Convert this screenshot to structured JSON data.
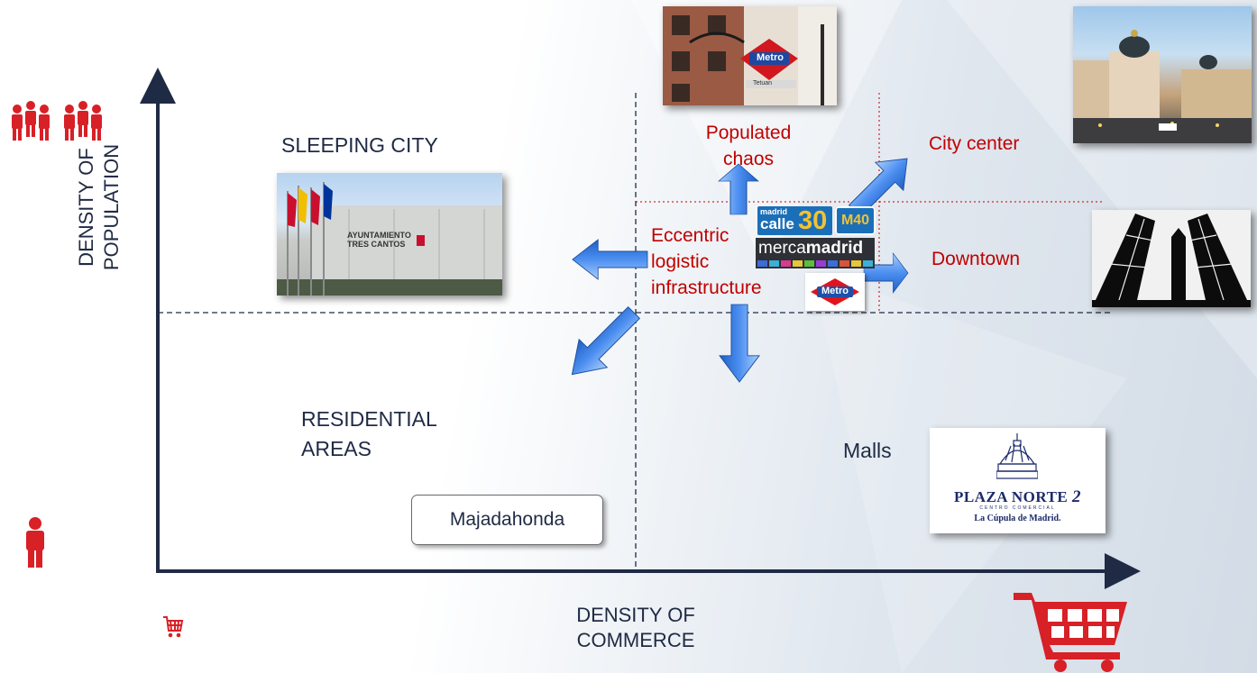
{
  "axes": {
    "x_label_line1": "DENSITY OF",
    "x_label_line2": "COMMERCE",
    "y_label_line1": "DENSITY OF",
    "y_label_line2": "POPULATION"
  },
  "quadrants": {
    "top_left": "SLEEPING CITY",
    "bottom_left_line1": "RESIDENTIAL",
    "bottom_left_line2": "AREAS",
    "bottom_right": "Malls"
  },
  "center": {
    "line1": "Eccentric",
    "line2": "logistic",
    "line3": "infrastructure"
  },
  "labels": {
    "populated_line1": "Populated",
    "populated_line2": "chaos",
    "city_center": "City center",
    "downtown": "Downtown",
    "majadahonda": "Majadahonda"
  },
  "logos": {
    "calle30_small": "madrid",
    "calle30_word": "calle",
    "calle30_num": "30",
    "m40": "M40",
    "merca_light": "merca",
    "merca_bold": "madrid",
    "metro": "Metro"
  },
  "images": {
    "ayuntamiento_line1": "AYUNTAMIENTO",
    "ayuntamiento_line2": "TRES CANTOS",
    "tetuan": "Tetuan",
    "plaza_norte": "PLAZA NORTE",
    "plaza_norte_num": "2",
    "centro_comercial": "CENTRO COMERCIAL",
    "cupula": "La Cúpula de Madrid."
  },
  "colors": {
    "accent_red": "#c00000",
    "icon_red": "#d82027",
    "axis_navy": "#1f2a44",
    "arrow_blue": "#3f7ee0"
  },
  "icons": [
    "people-group-icon",
    "person-icon",
    "small-cart-icon",
    "large-cart-icon"
  ]
}
